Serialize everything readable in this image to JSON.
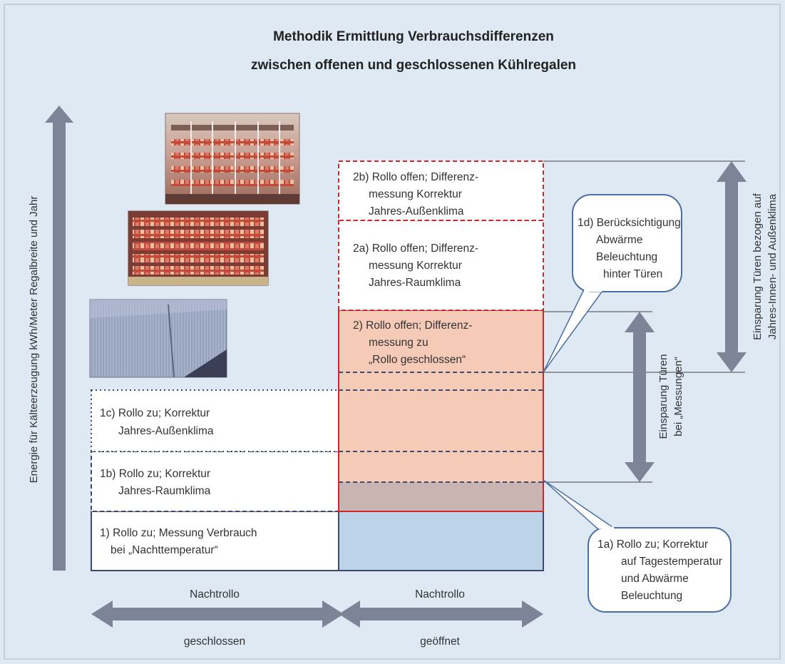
{
  "title": {
    "line1": "Methodik Ermittlung Verbrauchsdifferenzen",
    "line2": "zwischen offenen und geschlossenen Kühlregalen"
  },
  "y_axis_label": "Energie für Kälteerzeugung kWh/Meter Regalbreite und Jahr",
  "boxes": {
    "b1": {
      "line1": "1) Rollo zu; Messung Verbrauch",
      "line2": "bei „Nachttemperatur“"
    },
    "b1b": {
      "line1": "1b) Rollo zu; Korrektur",
      "line2": "Jahres-Raumklima"
    },
    "b1c": {
      "line1": "1c) Rollo zu; Korrektur",
      "line2": "Jahres-Außenklima"
    },
    "b2": {
      "line1": "2) Rollo offen; Differenz-",
      "line2": "messung zu",
      "line3": "„Rollo geschlossen“"
    },
    "b2a": {
      "line1": "2a) Rollo offen; Differenz-",
      "line2": "messung Korrektur",
      "line3": "Jahres-Raumklima"
    },
    "b2b": {
      "line1": "2b) Rollo offen; Differenz-",
      "line2": "messung Korrektur",
      "line3": "Jahres-Außenklima"
    }
  },
  "callouts": {
    "c1a": {
      "line1": "1a) Rollo zu; Korrektur",
      "line2": "auf Tagestemperatur",
      "line3": "und Abwärme",
      "line4": "Beleuchtung"
    },
    "c1d": {
      "line1": "1d) Berücksichtigung",
      "line2": "Abwärme",
      "line3": "Beleuchtung",
      "line4": "hinter Türen"
    }
  },
  "savings": {
    "measurements": {
      "line1": "Einsparung Türen",
      "line2": "bei „Messungen“"
    },
    "annual": {
      "line1": "Einsparung Türen bezogen auf",
      "line2": "Jahres-Innen- und Außenklima"
    }
  },
  "bottom": {
    "left": {
      "top": "Nachtrollo",
      "bottom": "geschlossen"
    },
    "right": {
      "top": "Nachtrollo",
      "bottom": "geöffnet"
    }
  },
  "colors": {
    "background": "#dfe9f3",
    "arrow": "#7d8497",
    "dark_blue": "#3c4a6e",
    "red": "#d0262a",
    "salmon": "#f5cbb8",
    "light_blue": "#bdd4e8",
    "mauve": "#cab4b2"
  },
  "images": {
    "top": "glass-door-cooler-photo",
    "middle": "open-cooler-photo",
    "bottom": "night-roller-blind-photo"
  }
}
